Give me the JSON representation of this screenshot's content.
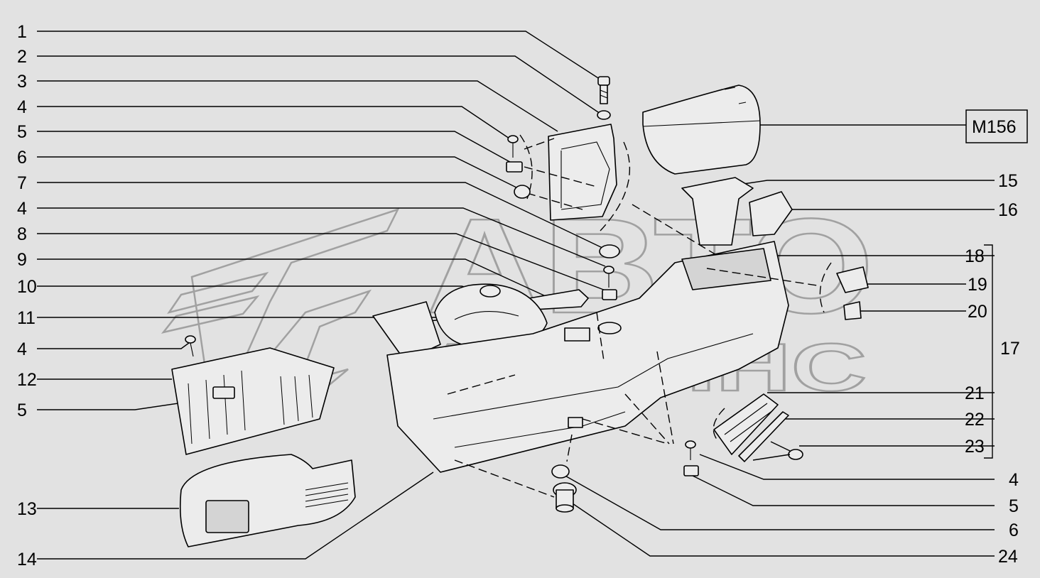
{
  "diagram": {
    "left_callouts": [
      "1",
      "2",
      "3",
      "4",
      "5",
      "6",
      "7",
      "4",
      "8",
      "9",
      "10",
      "11",
      "4",
      "12",
      "5",
      "13",
      "14"
    ],
    "right_callouts": [
      "15",
      "16",
      "18",
      "19",
      "20",
      "21",
      "22",
      "23",
      "4",
      "5",
      "6",
      "24"
    ],
    "group_label": "17",
    "model_code": "M156",
    "watermark": {
      "line1": "АВТО",
      "line2": "АЛЬЯНС"
    }
  }
}
